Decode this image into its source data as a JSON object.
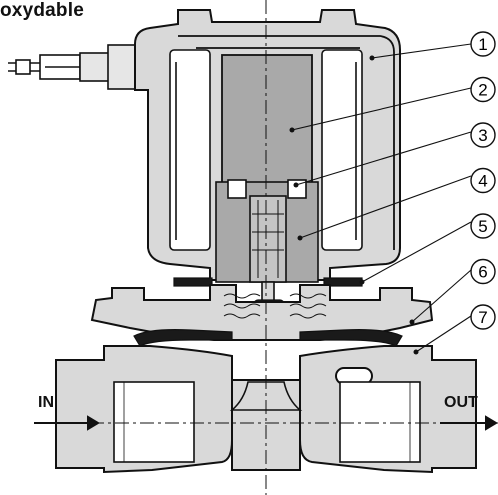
{
  "title": "oxydable",
  "flow": {
    "in_label": "IN",
    "out_label": "OUT"
  },
  "callouts": [
    {
      "number": "1"
    },
    {
      "number": "2"
    },
    {
      "number": "3"
    },
    {
      "number": "4"
    },
    {
      "number": "5"
    },
    {
      "number": "6"
    },
    {
      "number": "7"
    }
  ],
  "colors": {
    "body": "#d9d9d9",
    "core": "#a9a9a9",
    "seal": "#1a1a1a",
    "line": "#111111",
    "background": "#ffffff"
  }
}
